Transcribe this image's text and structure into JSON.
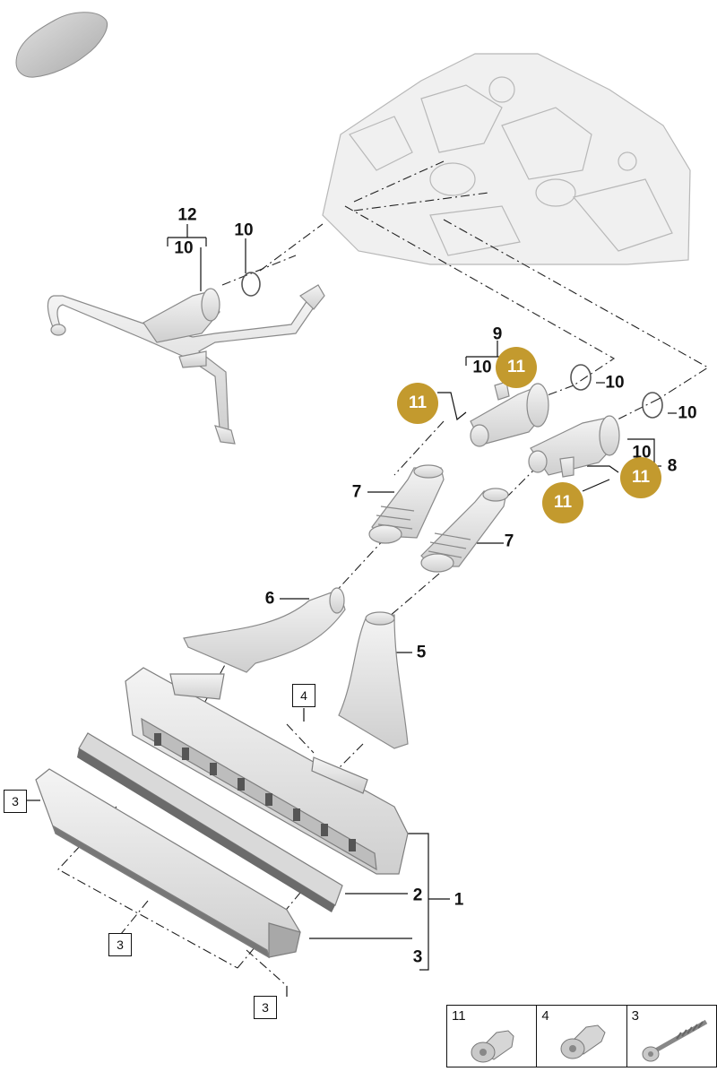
{
  "labels": {
    "l12": "12",
    "l10_top": "10",
    "l10_ring_top": "10",
    "l9": "9",
    "l10_left_mid": "10",
    "l10_ring_mid": "10",
    "l10_ring_right": "10",
    "l10_right": "10",
    "l8": "8",
    "l7_left": "7",
    "l7_right": "7",
    "l6": "6",
    "l5": "5",
    "l2": "2",
    "l1": "1",
    "l3_bottom": "3"
  },
  "boxed": {
    "b4": "4",
    "b3_left": "3",
    "b3_bottom": "3",
    "b3_lower": "3"
  },
  "badges": {
    "b_top": "11",
    "b_left": "11",
    "b_right": "11",
    "b_lower": "11"
  },
  "legend": [
    {
      "num": "11",
      "icon": "screw-11-icon"
    },
    {
      "num": "4",
      "icon": "screw-4-icon"
    },
    {
      "num": "3",
      "icon": "screw-3-icon"
    }
  ],
  "colors": {
    "badge": "#c39a2e",
    "part_fill": "#e6e6e6",
    "part_stroke": "#8a8a8a"
  }
}
